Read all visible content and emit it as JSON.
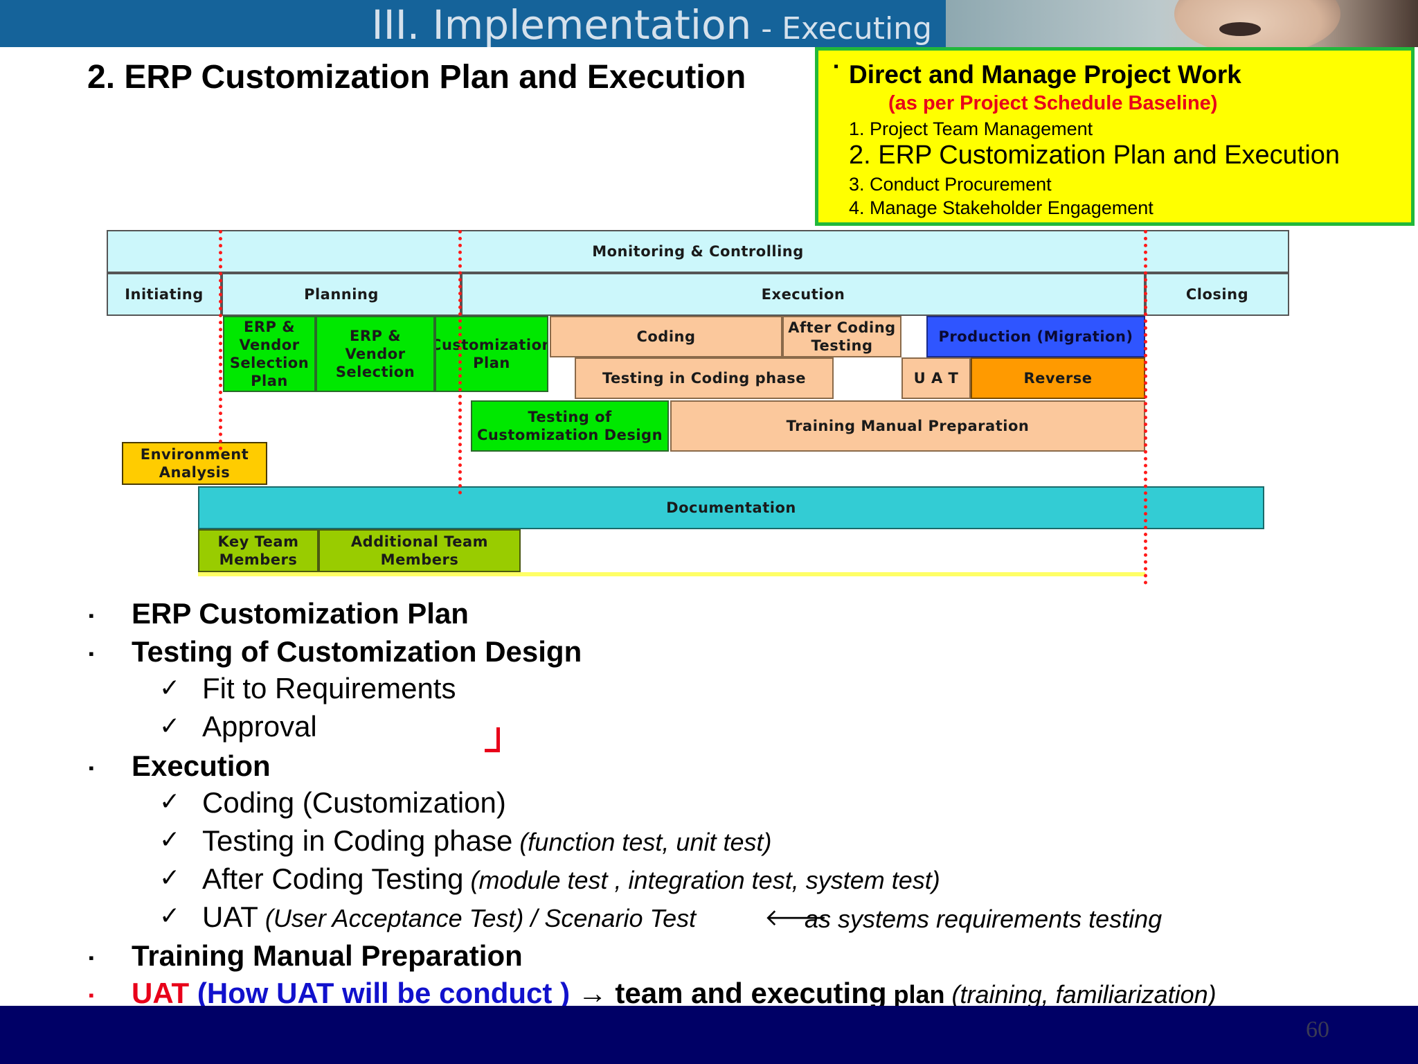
{
  "header": {
    "title_main": "III. Implementation",
    "title_sub": " - Executing"
  },
  "slide_title": "2. ERP Customization Plan and Execution",
  "process_box": {
    "bullet": "▪",
    "heading": "Direct  and Manage Project  Work",
    "subheading": "(as per Project Schedule Baseline)",
    "items": [
      "1. Project Team Management",
      "2. ERP Customization Plan and Execution",
      "3. Conduct  Procurement",
      "4. Manage Stakeholder Engagement"
    ]
  },
  "diagram": {
    "monitoring": "Monitoring & Controlling",
    "phases": {
      "initiating": "Initiating",
      "planning": "Planning",
      "execution": "Execution",
      "closing": "Closing"
    },
    "tasks": {
      "erp_vendor_plan": "ERP & Vendor Selection Plan",
      "erp_vendor_selection": "ERP & Vendor Selection",
      "customization_plan": "Customization Plan",
      "coding": "Coding",
      "after_coding_testing": "After Coding Testing",
      "production": "Production (Migration)",
      "testing_coding": "Testing in Coding phase",
      "uat": "U A T",
      "reverse": "Reverse",
      "testing_custom_design": "Testing of Customization Design",
      "training_manual": "Training Manual Preparation",
      "environment_analysis": "Environment Analysis",
      "documentation": "Documentation",
      "key_team": "Key Team Members",
      "additional_team": "Additional Team Members"
    },
    "colors": {
      "cyan": "#ccf7fb",
      "green": "#00e800",
      "peach": "#fbc89c",
      "blue": "#2f55ff",
      "orange": "#ff9a00",
      "yellow": "#ffcc00",
      "teal": "#33ccd4",
      "olive": "#99cc00",
      "phase_line": "#ff1a1a"
    }
  },
  "bullets": {
    "marker": "▪",
    "check": "✓",
    "customization_plan": "ERP Customization Plan",
    "testing_design": "Testing of Customization Design",
    "fit": "Fit to Requirements",
    "approval": "Approval",
    "execution": "Execution",
    "coding": "Coding (Customization)",
    "testing_coding": "Testing in Coding phase",
    "testing_coding_note": " (function test, unit test)",
    "after_coding": "After Coding Testing",
    "after_coding_note": " (module test , integration test, system test)",
    "uat": "UAT",
    "uat_note": " (User Acceptance Test) / Scenario Test",
    "uat_arrow": "🡐",
    "uat_note2": "as systems requirements testing",
    "training": "Training Manual Preparation",
    "last_red": "UAT ",
    "last_blue": "(How UAT will be conduct )",
    "last_arrow": " → ",
    "last_bold": "team and executing",
    "last_plan": " plan",
    "last_italic": " (training, familiarization)"
  },
  "page_number": "60",
  "colors": {
    "header_bg": "#15639a",
    "footer_bg": "#000066",
    "highlight_box": "#ffff00",
    "red": "#e8001a",
    "blue": "#1111cc"
  }
}
